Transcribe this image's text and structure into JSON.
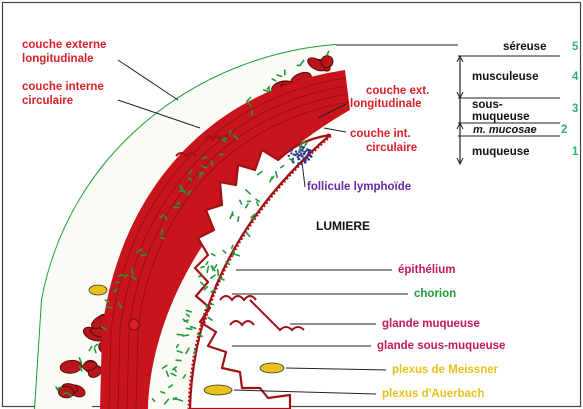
{
  "colors": {
    "red": "#d8202a",
    "dark_red": "#a01015",
    "muscle": "#c8141c",
    "green": "#1f9a3a",
    "purple": "#6a2aa0",
    "magenta": "#c2185b",
    "yellow": "#e8c21a",
    "teal_number": "#2db36a",
    "lymph": "#2b3a8a"
  },
  "left_labels": {
    "outer_longitudinal": [
      "couche externe",
      "longitudinale"
    ],
    "inner_circular": [
      "couche interne",
      "circulaire"
    ]
  },
  "center_labels": {
    "ext_longitudinal": [
      "couche ext.",
      "longitudinale"
    ],
    "int_circular": [
      "couche int.",
      "circulaire"
    ],
    "follicle": "follicule lymphoïde",
    "lumen": "LUMIERE"
  },
  "layers": [
    {
      "name": "séreuse",
      "number": "5"
    },
    {
      "name": "musculeuse",
      "number": "4"
    },
    {
      "name": "sous-",
      "name2": "muqueuse",
      "number": "3"
    },
    {
      "name": "m. mucosae",
      "number": "2"
    },
    {
      "name": "muqueuse",
      "number": "1"
    }
  ],
  "bottom_labels": [
    {
      "text": "épithélium",
      "color": "magenta"
    },
    {
      "text": "chorion",
      "color": "green"
    },
    {
      "text": "glande muqueuse",
      "color": "magenta"
    },
    {
      "text": "glande sous-muqueuse",
      "color": "magenta"
    },
    {
      "text": "plexus de Meissner",
      "color": "yellow"
    },
    {
      "text": "plexus d'Auerbach",
      "color": "yellow"
    }
  ]
}
